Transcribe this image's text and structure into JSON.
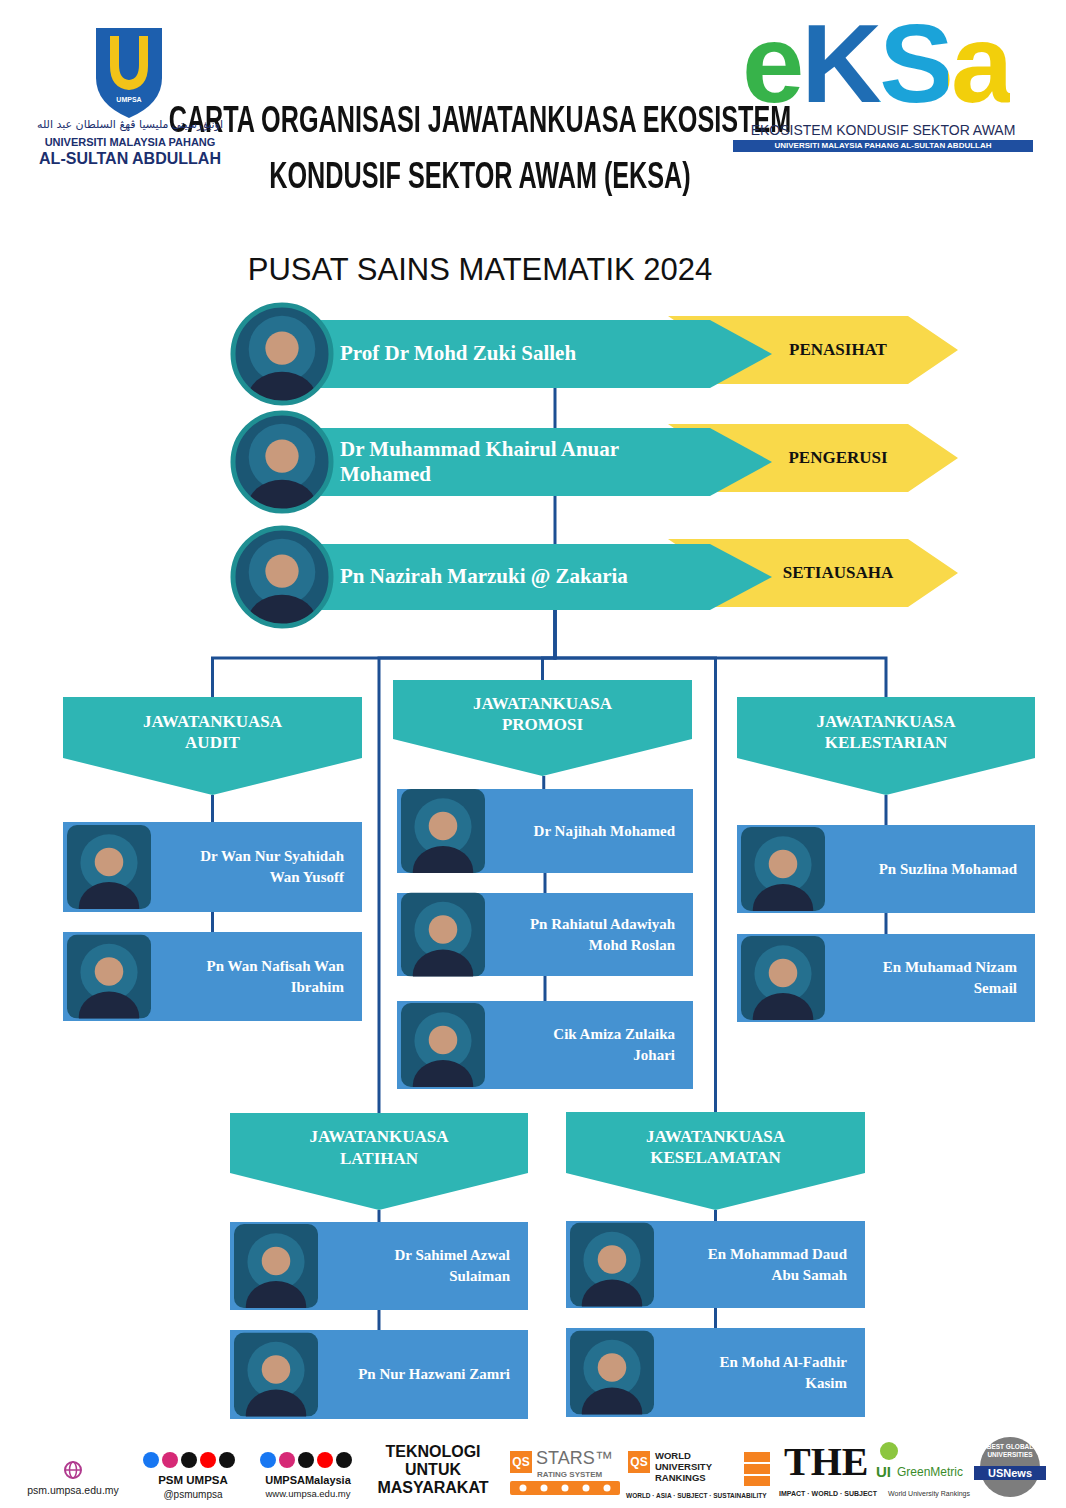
{
  "diagram": {
    "title": "CARTA ORGANISASI JAWATANKUASA EKOSISTEM KONDUSIF SEKTOR AWAM (EKSA)",
    "nodes": [
      {
        "text": [
          "Prof Dr Mohd Zuki Salleh"
        ]
      },
      {
        "text": [
          "PENASIHAT"
        ]
      },
      {
        "text": [
          "Dr Muhammad Khairul Anuar Mohamed"
        ]
      },
      {
        "text": [
          "PENGERUSI"
        ]
      },
      {
        "text": [
          "Pn Nazirah Marzuki @ Zakaria"
        ]
      },
      {
        "text": [
          "SETIAUSAHA"
        ]
      },
      {
        "text": [
          "JAWATANKUASA AUDIT"
        ]
      },
      {
        "text": [
          "Dr Wan Nur Syahidah Wan Yusoff"
        ]
      },
      {
        "text": [
          "Pn Wan Nafisah Wan Ibrahim"
        ]
      },
      {
        "text": [
          "JAWATANKUASA PROMOSI"
        ]
      },
      {
        "text": [
          "Dr Najihah Mohamed"
        ]
      },
      {
        "text": [
          "Pn Rahiatul Adawiyah Mohd Roslan"
        ]
      },
      {
        "text": [
          "Cik Amiza Zulaika Johari"
        ]
      },
      {
        "text": [
          "JAWATANKUASA KELESTARIAN"
        ]
      },
      {
        "text": [
          "Pn Suzlina Mohamad"
        ]
      },
      {
        "text": [
          "En Muhamad Nizam Semail"
        ]
      },
      {
        "text": [
          "JAWATANKUASA LATIHAN"
        ]
      },
      {
        "text": [
          "Dr Sahimel Azwal Sulaiman"
        ]
      },
      {
        "text": [
          "Pn Nur Hazwani Zamri"
        ]
      },
      {
        "text": [
          "JAWATANKUASA KESELAMATAN"
        ]
      },
      {
        "text": [
          "En Mohammad Daud Abu Samah"
        ]
      },
      {
        "text": [
          "En Mohd Al-Fadhir Kasim"
        ]
      }
    ],
    "edges": [
      {
        "from": 0,
        "to": 2,
        "arrow": "none"
      },
      {
        "from": 2,
        "to": 4,
        "arrow": "none"
      },
      {
        "from": 4,
        "to": 6,
        "arrow": "none"
      },
      {
        "from": 4,
        "to": 9,
        "arrow": "none"
      },
      {
        "from": 4,
        "to": 13,
        "arrow": "none"
      },
      {
        "from": 4,
        "to": 16,
        "arrow": "none"
      },
      {
        "from": 4,
        "to": 19,
        "arrow": "none"
      },
      {
        "from": 6,
        "to": 7,
        "arrow": "none"
      },
      {
        "from": 7,
        "to": 8,
        "arrow": "none"
      },
      {
        "from": 9,
        "to": 10,
        "arrow": "none"
      },
      {
        "from": 10,
        "to": 11,
        "arrow": "none"
      },
      {
        "from": 11,
        "to": 12,
        "arrow": "none"
      },
      {
        "from": 13,
        "to": 14,
        "arrow": "none"
      },
      {
        "from": 14,
        "to": 15,
        "arrow": "none"
      },
      {
        "from": 16,
        "to": 17,
        "arrow": "none"
      },
      {
        "from": 17,
        "to": 18,
        "arrow": "none"
      },
      {
        "from": 19,
        "to": 20,
        "arrow": "none"
      },
      {
        "from": 20,
        "to": 21,
        "arrow": "none"
      }
    ],
    "labels": [
      "PUSAT SAINS MATEMATIK 2024",
      "UMPSA",
      "اونيۏرسيتي مليسيا ڤهڠ السلطان عبد الله",
      "UNIVERSITI MALAYSIA PAHANG",
      "AL-SULTAN ABDULLAH",
      "eKSa",
      "EKOSISTEM KONDUSIF SEKTOR AWAM",
      "UNIVERSITI MALAYSIA PAHANG AL-SULTAN ABDULLAH",
      "psm.umpsa.edu.my",
      "PSM UMPSA",
      "@psmumpsa",
      "UMPSAMalaysia",
      "www.umpsa.edu.my",
      "TEKNOLOGI UNTUK MASYARAKAT",
      "QS",
      "STARS™",
      "RATING SYSTEM",
      "QS",
      "WORLD UNIVERSITY RANKINGS",
      "WORLD · ASIA · SUBJECT · SUSTAINABILITY",
      "THE",
      "IMPACT · WORLD · SUBJECT",
      "UI",
      "GreenMetric",
      "World University Rankings",
      "BEST GLOBAL UNIVERSITIES",
      "USNews"
    ]
  }
}
